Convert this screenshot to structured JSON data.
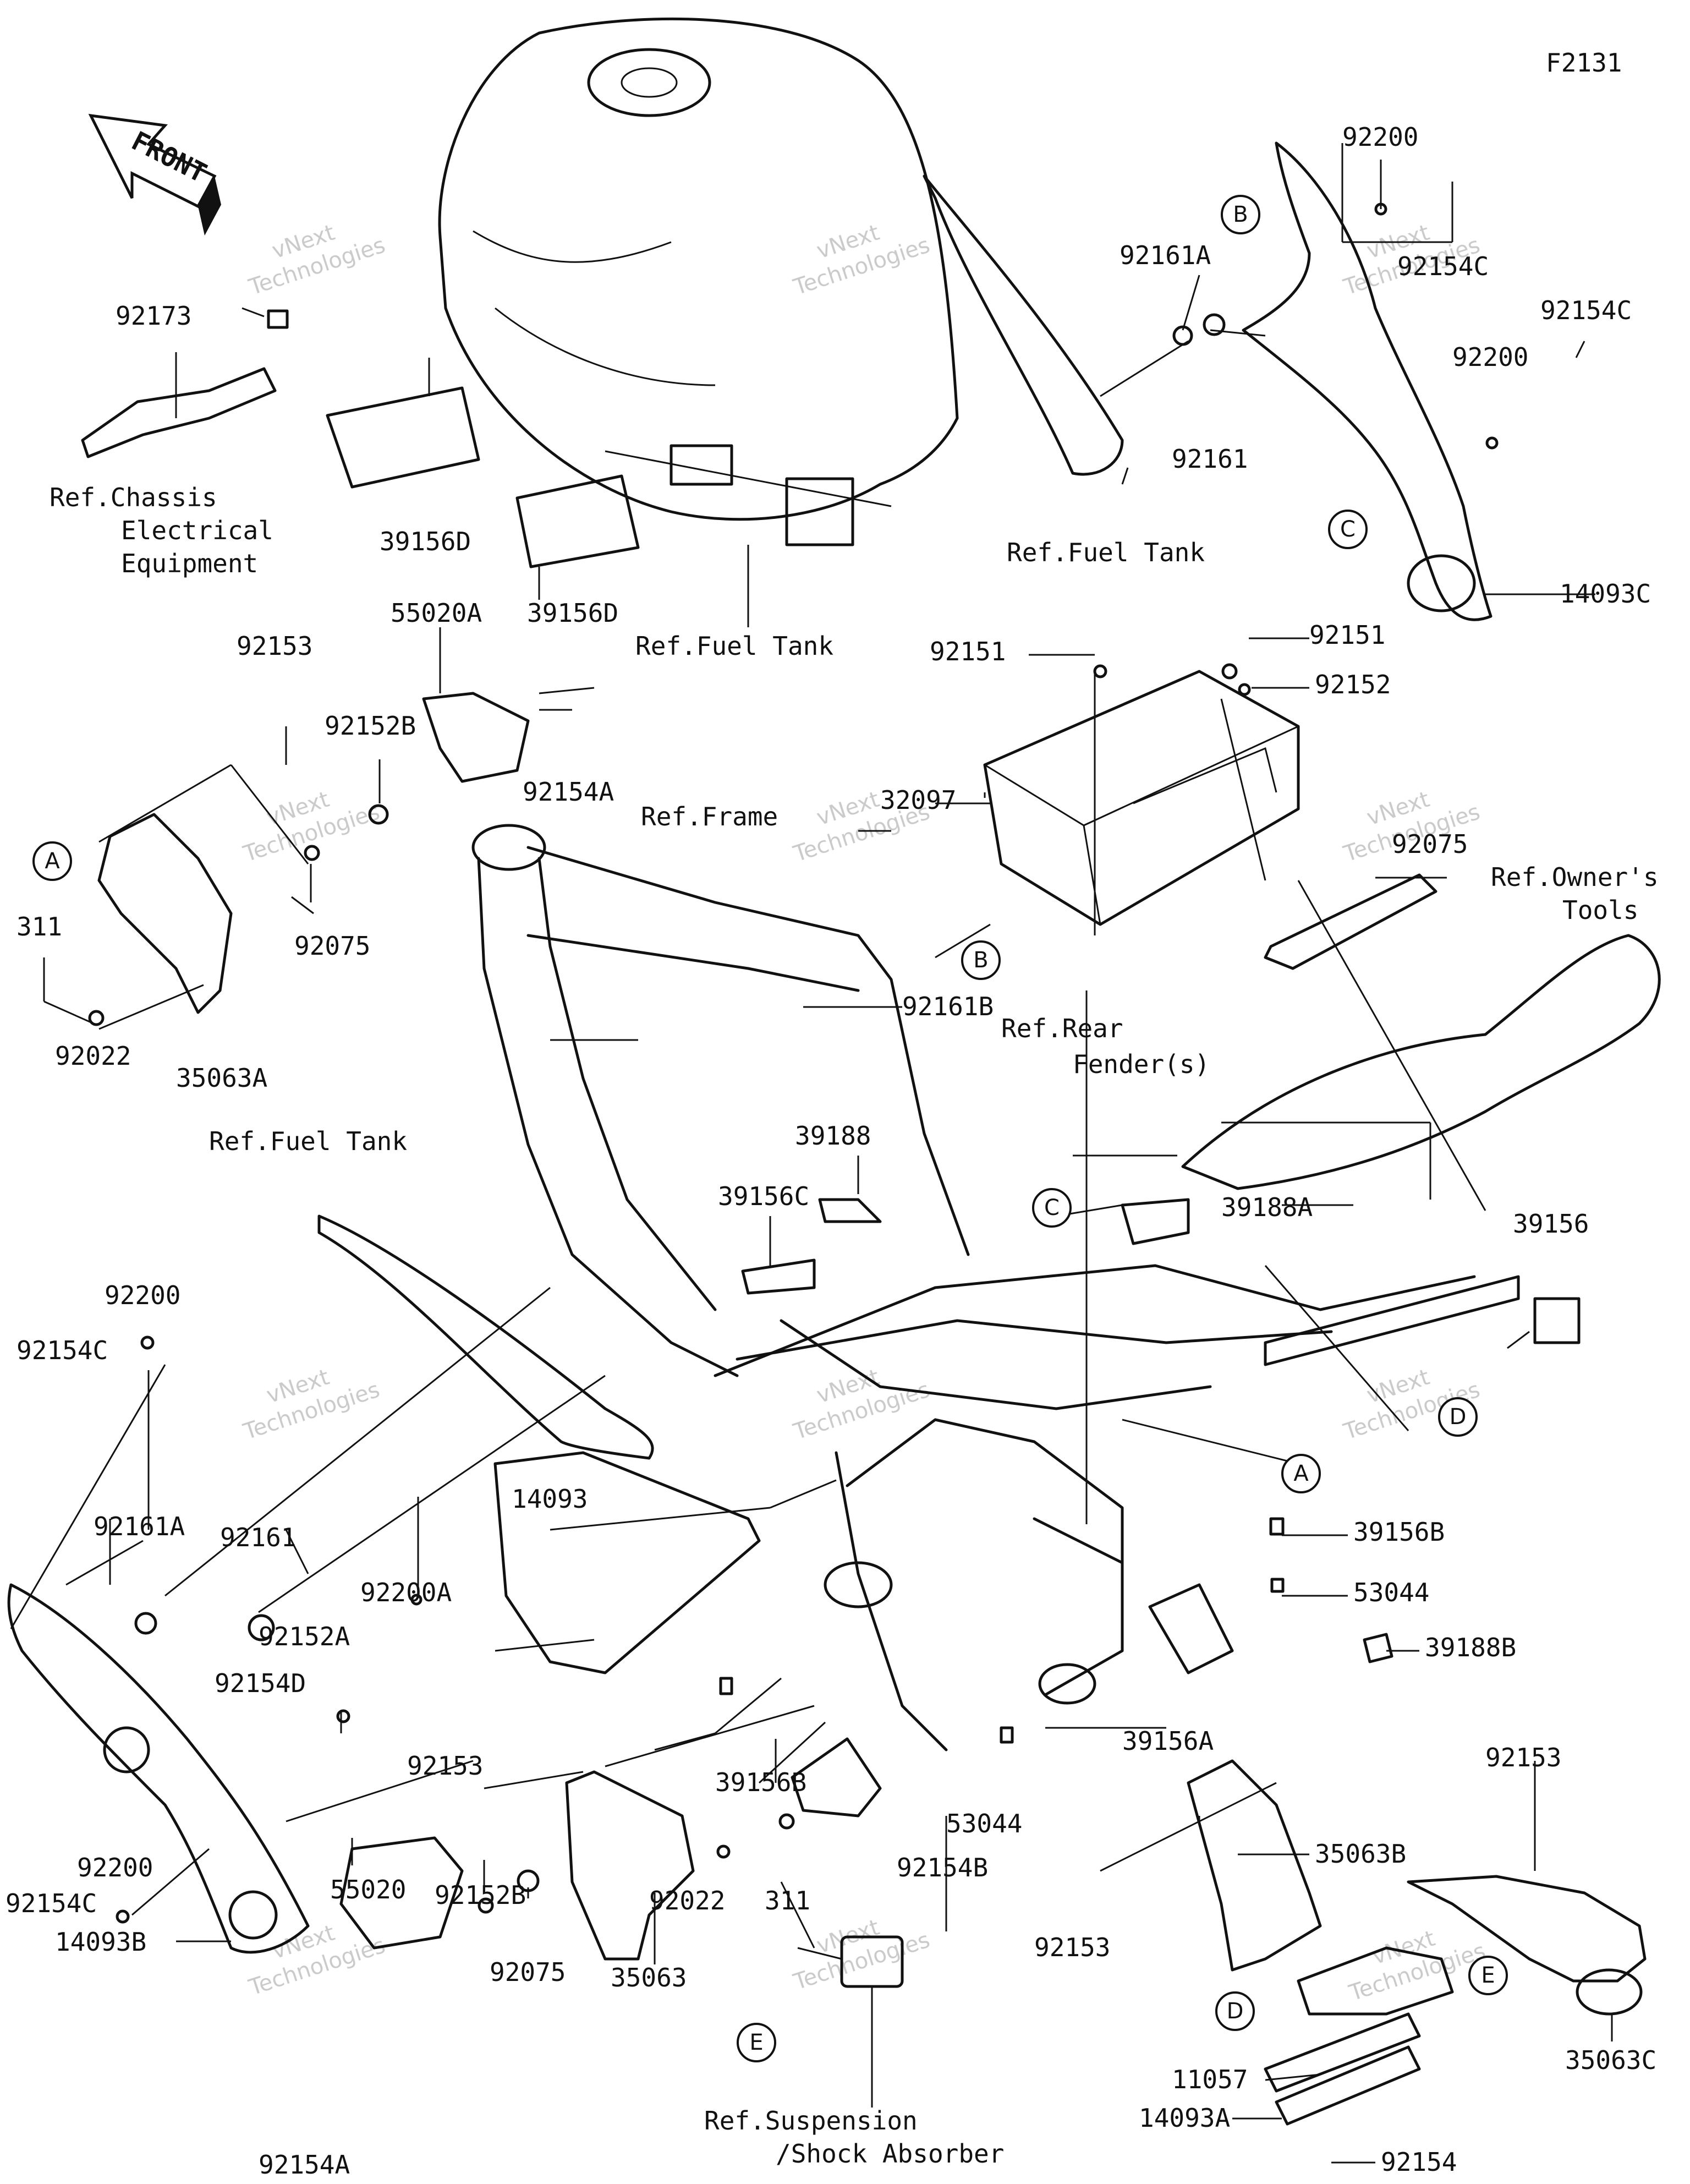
{
  "figure_id": "F2131",
  "front_label": "FRONT",
  "watermark": {
    "line1": "vNext",
    "line2": "Technologies",
    "small": "vNext Technologies"
  },
  "callouts": [
    "A",
    "B",
    "C",
    "D",
    "E"
  ],
  "part_labels": {
    "p92173": "92173",
    "ref_chassis_1": "Ref.Chassis",
    "ref_chassis_2": "Electrical",
    "ref_chassis_3": "Equipment",
    "p39156D_a": "39156D",
    "p39156D_b": "39156D",
    "ref_fuel_tank_top": "Ref.Fuel Tank",
    "ref_fuel_tank_mid": "Ref.Fuel Tank",
    "ref_fuel_tank_left": "Ref.Fuel Tank",
    "p92200_top": "92200",
    "p92154C_top": "92154C",
    "p92161A_top": "92161A",
    "p92154C_r": "92154C",
    "p92200_r": "92200",
    "p92161_top": "92161",
    "p14093C": "14093C",
    "p92151_a": "92151",
    "p92151_b": "92151",
    "p92152": "92152",
    "p32097": "32097",
    "p92075_top": "92075",
    "ref_owners_1": "Ref.Owner's",
    "ref_owners_2": "Tools",
    "ref_rear_1": "Ref.Rear",
    "ref_rear_2": "Fender(s)",
    "p92153_tl": "92153",
    "p55020A": "55020A",
    "p92152B_top": "92152B",
    "p92154A_top": "92154A",
    "ref_frame": "Ref.Frame",
    "p92075_l": "92075",
    "p311_l": "311",
    "p92022_l": "92022",
    "p35063A": "35063A",
    "p92161B": "92161B",
    "p39188": "39188",
    "p39156C": "39156C",
    "p39188A": "39188A",
    "p39156": "39156",
    "p92200_l": "92200",
    "p92154C_l": "92154C",
    "p92161A_l": "92161A",
    "p92161_l": "92161",
    "p14093": "14093",
    "p92200A": "92200A",
    "p92152A": "92152A",
    "p92154D": "92154D",
    "p39156B_r": "39156B",
    "p53044_r": "53044",
    "p39188B": "39188B",
    "p39156A": "39156A",
    "p92153_c": "92153",
    "p39156B_c": "39156B",
    "p53044_c": "53044",
    "p311_c": "311",
    "p92022_c": "92022",
    "p92200_bl": "92200",
    "p92154C_bl": "92154C",
    "p14093B": "14093B",
    "p55020": "55020",
    "p92152B_b": "92152B",
    "p92075_b": "92075",
    "p35063": "35063",
    "p92154A_b": "92154A",
    "p92154B": "92154B",
    "ref_susp_1": "Ref.Suspension",
    "ref_susp_2": "/Shock Absorber",
    "p92153_br": "92153",
    "p35063B": "35063B",
    "p92153_b2": "92153",
    "p35063C": "35063C",
    "p11057": "11057",
    "p14093A": "14093A",
    "p92154": "92154"
  }
}
